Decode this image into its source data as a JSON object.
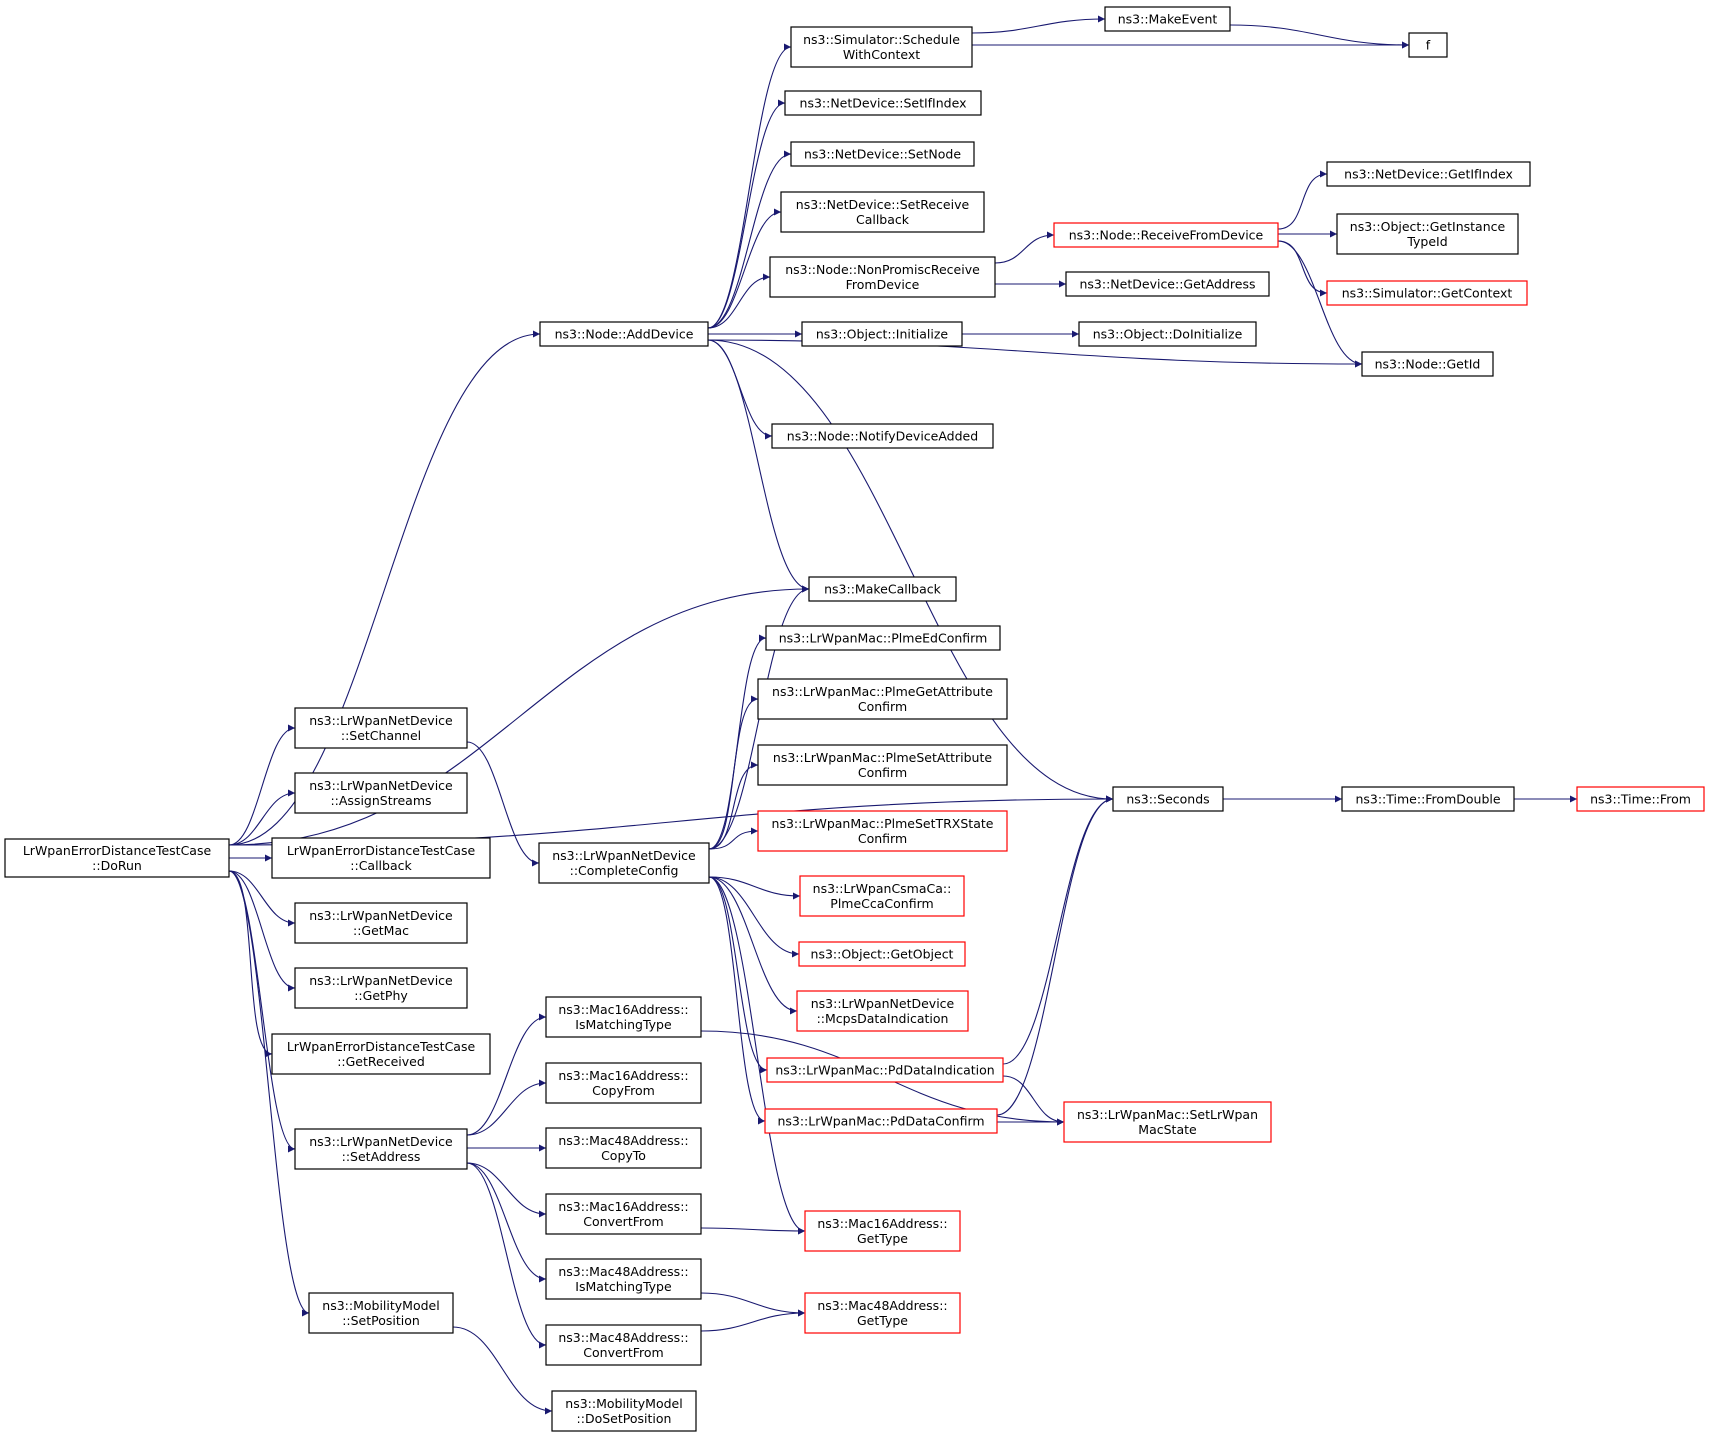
{
  "colors": {
    "edge": "#191970",
    "node_border": "#000000",
    "node_border_truncated": "#ff0000",
    "root_fill": "#bfbfbf",
    "node_fill": "#ffffff"
  },
  "nodes": [
    {
      "id": "dorun",
      "lines": [
        "LrWpanErrorDistanceTestCase",
        "::DoRun"
      ],
      "style": "root"
    },
    {
      "id": "adddevice",
      "lines": [
        "ns3::Node::AddDevice"
      ],
      "style": "normal"
    },
    {
      "id": "makecallback",
      "lines": [
        "ns3::MakeCallback"
      ],
      "style": "normal"
    },
    {
      "id": "setchannel",
      "lines": [
        "ns3::LrWpanNetDevice",
        "::SetChannel"
      ],
      "style": "normal"
    },
    {
      "id": "assignstreams",
      "lines": [
        "ns3::LrWpanNetDevice",
        "::AssignStreams"
      ],
      "style": "normal"
    },
    {
      "id": "callback",
      "lines": [
        "LrWpanErrorDistanceTestCase",
        "::Callback"
      ],
      "style": "normal"
    },
    {
      "id": "getmac",
      "lines": [
        "ns3::LrWpanNetDevice",
        "::GetMac"
      ],
      "style": "normal"
    },
    {
      "id": "getphy",
      "lines": [
        "ns3::LrWpanNetDevice",
        "::GetPhy"
      ],
      "style": "normal"
    },
    {
      "id": "getreceived",
      "lines": [
        "LrWpanErrorDistanceTestCase",
        "::GetReceived"
      ],
      "style": "normal"
    },
    {
      "id": "setaddress",
      "lines": [
        "ns3::LrWpanNetDevice",
        "::SetAddress"
      ],
      "style": "normal"
    },
    {
      "id": "setposition",
      "lines": [
        "ns3::MobilityModel",
        "::SetPosition"
      ],
      "style": "normal"
    },
    {
      "id": "seconds",
      "lines": [
        "ns3::Seconds"
      ],
      "style": "normal"
    },
    {
      "id": "schedulewithcontext",
      "lines": [
        "ns3::Simulator::Schedule",
        "WithContext"
      ],
      "style": "normal"
    },
    {
      "id": "setifindex",
      "lines": [
        "ns3::NetDevice::SetIfIndex"
      ],
      "style": "normal"
    },
    {
      "id": "setnode",
      "lines": [
        "ns3::NetDevice::SetNode"
      ],
      "style": "normal"
    },
    {
      "id": "setreceivecallback",
      "lines": [
        "ns3::NetDevice::SetReceive",
        "Callback"
      ],
      "style": "normal"
    },
    {
      "id": "nonpromisc",
      "lines": [
        "ns3::Node::NonPromiscReceive",
        "FromDevice"
      ],
      "style": "normal"
    },
    {
      "id": "objinitialize",
      "lines": [
        "ns3::Object::Initialize"
      ],
      "style": "normal"
    },
    {
      "id": "notifydeviceadded",
      "lines": [
        "ns3::Node::NotifyDeviceAdded"
      ],
      "style": "normal"
    },
    {
      "id": "makeevent",
      "lines": [
        "ns3::MakeEvent"
      ],
      "style": "normal"
    },
    {
      "id": "f",
      "lines": [
        "f"
      ],
      "style": "normal"
    },
    {
      "id": "receivefromdevice",
      "lines": [
        "ns3::Node::ReceiveFromDevice"
      ],
      "style": "truncated"
    },
    {
      "id": "getaddress",
      "lines": [
        "ns3::NetDevice::GetAddress"
      ],
      "style": "normal"
    },
    {
      "id": "doinitialize",
      "lines": [
        "ns3::Object::DoInitialize"
      ],
      "style": "normal"
    },
    {
      "id": "getifindex",
      "lines": [
        "ns3::NetDevice::GetIfIndex"
      ],
      "style": "normal"
    },
    {
      "id": "getinstancetypeid",
      "lines": [
        "ns3::Object::GetInstance",
        "TypeId"
      ],
      "style": "normal"
    },
    {
      "id": "getcontext",
      "lines": [
        "ns3::Simulator::GetContext"
      ],
      "style": "truncated"
    },
    {
      "id": "getid",
      "lines": [
        "ns3::Node::GetId"
      ],
      "style": "normal"
    },
    {
      "id": "completeconfig",
      "lines": [
        "ns3::LrWpanNetDevice",
        "::CompleteConfig"
      ],
      "style": "normal"
    },
    {
      "id": "plmeedconfirm",
      "lines": [
        "ns3::LrWpanMac::PlmeEdConfirm"
      ],
      "style": "normal"
    },
    {
      "id": "plmegetattr",
      "lines": [
        "ns3::LrWpanMac::PlmeGetAttribute",
        "Confirm"
      ],
      "style": "normal"
    },
    {
      "id": "plmesetattr",
      "lines": [
        "ns3::LrWpanMac::PlmeSetAttribute",
        "Confirm"
      ],
      "style": "normal"
    },
    {
      "id": "plmesettrx",
      "lines": [
        "ns3::LrWpanMac::PlmeSetTRXState",
        "Confirm"
      ],
      "style": "truncated"
    },
    {
      "id": "plmeccaconfirm",
      "lines": [
        "ns3::LrWpanCsmaCa::",
        "PlmeCcaConfirm"
      ],
      "style": "truncated"
    },
    {
      "id": "getobject",
      "lines": [
        "ns3::Object::GetObject"
      ],
      "style": "truncated"
    },
    {
      "id": "mcpsdataind",
      "lines": [
        "ns3::LrWpanNetDevice",
        "::McpsDataIndication"
      ],
      "style": "truncated"
    },
    {
      "id": "pddataind",
      "lines": [
        "ns3::LrWpanMac::PdDataIndication"
      ],
      "style": "truncated"
    },
    {
      "id": "pddataconfirm",
      "lines": [
        "ns3::LrWpanMac::PdDataConfirm"
      ],
      "style": "truncated"
    },
    {
      "id": "setlrwpanmacstate",
      "lines": [
        "ns3::LrWpanMac::SetLrWpan",
        "MacState"
      ],
      "style": "truncated"
    },
    {
      "id": "m16ismatching",
      "lines": [
        "ns3::Mac16Address::",
        "IsMatchingType"
      ],
      "style": "normal"
    },
    {
      "id": "m16copyfrom",
      "lines": [
        "ns3::Mac16Address::",
        "CopyFrom"
      ],
      "style": "normal"
    },
    {
      "id": "m48copyto",
      "lines": [
        "ns3::Mac48Address::",
        "CopyTo"
      ],
      "style": "normal"
    },
    {
      "id": "m16convertfrom",
      "lines": [
        "ns3::Mac16Address::",
        "ConvertFrom"
      ],
      "style": "normal"
    },
    {
      "id": "m48ismatching",
      "lines": [
        "ns3::Mac48Address::",
        "IsMatchingType"
      ],
      "style": "normal"
    },
    {
      "id": "m48convertfrom",
      "lines": [
        "ns3::Mac48Address::",
        "ConvertFrom"
      ],
      "style": "normal"
    },
    {
      "id": "m16gettype",
      "lines": [
        "ns3::Mac16Address::",
        "GetType"
      ],
      "style": "truncated"
    },
    {
      "id": "m48gettype",
      "lines": [
        "ns3::Mac48Address::",
        "GetType"
      ],
      "style": "truncated"
    },
    {
      "id": "dosetposition",
      "lines": [
        "ns3::MobilityModel",
        "::DoSetPosition"
      ],
      "style": "normal"
    },
    {
      "id": "fromdouble",
      "lines": [
        "ns3::Time::FromDouble"
      ],
      "style": "normal"
    },
    {
      "id": "timefrom",
      "lines": [
        "ns3::Time::From"
      ],
      "style": "truncated"
    }
  ],
  "edges": [
    {
      "from": "dorun",
      "to": "adddevice"
    },
    {
      "from": "dorun",
      "to": "seconds"
    },
    {
      "from": "dorun",
      "to": "makecallback"
    },
    {
      "from": "dorun",
      "to": "setchannel"
    },
    {
      "from": "dorun",
      "to": "assignstreams"
    },
    {
      "from": "dorun",
      "to": "callback"
    },
    {
      "from": "dorun",
      "to": "getmac"
    },
    {
      "from": "dorun",
      "to": "getphy"
    },
    {
      "from": "dorun",
      "to": "getreceived"
    },
    {
      "from": "dorun",
      "to": "setaddress"
    },
    {
      "from": "dorun",
      "to": "setposition"
    },
    {
      "from": "adddevice",
      "to": "schedulewithcontext"
    },
    {
      "from": "adddevice",
      "to": "setifindex"
    },
    {
      "from": "adddevice",
      "to": "setnode"
    },
    {
      "from": "adddevice",
      "to": "setreceivecallback"
    },
    {
      "from": "adddevice",
      "to": "nonpromisc"
    },
    {
      "from": "adddevice",
      "to": "objinitialize"
    },
    {
      "from": "adddevice",
      "to": "getid"
    },
    {
      "from": "adddevice",
      "to": "notifydeviceadded"
    },
    {
      "from": "adddevice",
      "to": "makecallback"
    },
    {
      "from": "adddevice",
      "to": "seconds"
    },
    {
      "from": "schedulewithcontext",
      "to": "makeevent"
    },
    {
      "from": "schedulewithcontext",
      "to": "f"
    },
    {
      "from": "makeevent",
      "to": "f"
    },
    {
      "from": "nonpromisc",
      "to": "receivefromdevice"
    },
    {
      "from": "nonpromisc",
      "to": "getaddress"
    },
    {
      "from": "receivefromdevice",
      "to": "getifindex"
    },
    {
      "from": "receivefromdevice",
      "to": "getinstancetypeid"
    },
    {
      "from": "receivefromdevice",
      "to": "getcontext"
    },
    {
      "from": "receivefromdevice",
      "to": "getid"
    },
    {
      "from": "objinitialize",
      "to": "doinitialize"
    },
    {
      "from": "setchannel",
      "to": "completeconfig"
    },
    {
      "from": "completeconfig",
      "to": "makecallback"
    },
    {
      "from": "completeconfig",
      "to": "plmeedconfirm"
    },
    {
      "from": "completeconfig",
      "to": "plmegetattr"
    },
    {
      "from": "completeconfig",
      "to": "plmesetattr"
    },
    {
      "from": "completeconfig",
      "to": "plmesettrx"
    },
    {
      "from": "completeconfig",
      "to": "plmeccaconfirm"
    },
    {
      "from": "completeconfig",
      "to": "getobject"
    },
    {
      "from": "completeconfig",
      "to": "mcpsdataind"
    },
    {
      "from": "completeconfig",
      "to": "pddataind"
    },
    {
      "from": "completeconfig",
      "to": "pddataconfirm"
    },
    {
      "from": "completeconfig",
      "to": "m16gettype"
    },
    {
      "from": "pddataind",
      "to": "seconds"
    },
    {
      "from": "pddataind",
      "to": "setlrwpanmacstate"
    },
    {
      "from": "pddataconfirm",
      "to": "seconds"
    },
    {
      "from": "pddataconfirm",
      "to": "setlrwpanmacstate"
    },
    {
      "from": "seconds",
      "to": "fromdouble"
    },
    {
      "from": "fromdouble",
      "to": "timefrom"
    },
    {
      "from": "setaddress",
      "to": "m16ismatching"
    },
    {
      "from": "setaddress",
      "to": "m16copyfrom"
    },
    {
      "from": "setaddress",
      "to": "m48copyto"
    },
    {
      "from": "setaddress",
      "to": "m16convertfrom"
    },
    {
      "from": "setaddress",
      "to": "m48ismatching"
    },
    {
      "from": "setaddress",
      "to": "m48convertfrom"
    },
    {
      "from": "m16ismatching",
      "to": "setlrwpanmacstate"
    },
    {
      "from": "m16convertfrom",
      "to": "m16gettype"
    },
    {
      "from": "m48ismatching",
      "to": "m48gettype"
    },
    {
      "from": "m48convertfrom",
      "to": "m48gettype"
    },
    {
      "from": "setposition",
      "to": "dosetposition"
    }
  ]
}
